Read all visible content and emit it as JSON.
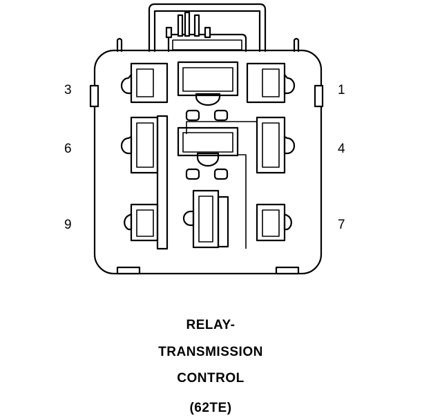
{
  "pins": {
    "p3": "3",
    "p1": "1",
    "p6": "6",
    "p4": "4",
    "p9": "9",
    "p7": "7"
  },
  "caption": {
    "line1": "RELAY-",
    "line2": "TRANSMISSION",
    "line3": "CONTROL",
    "line4": "(62TE)"
  }
}
